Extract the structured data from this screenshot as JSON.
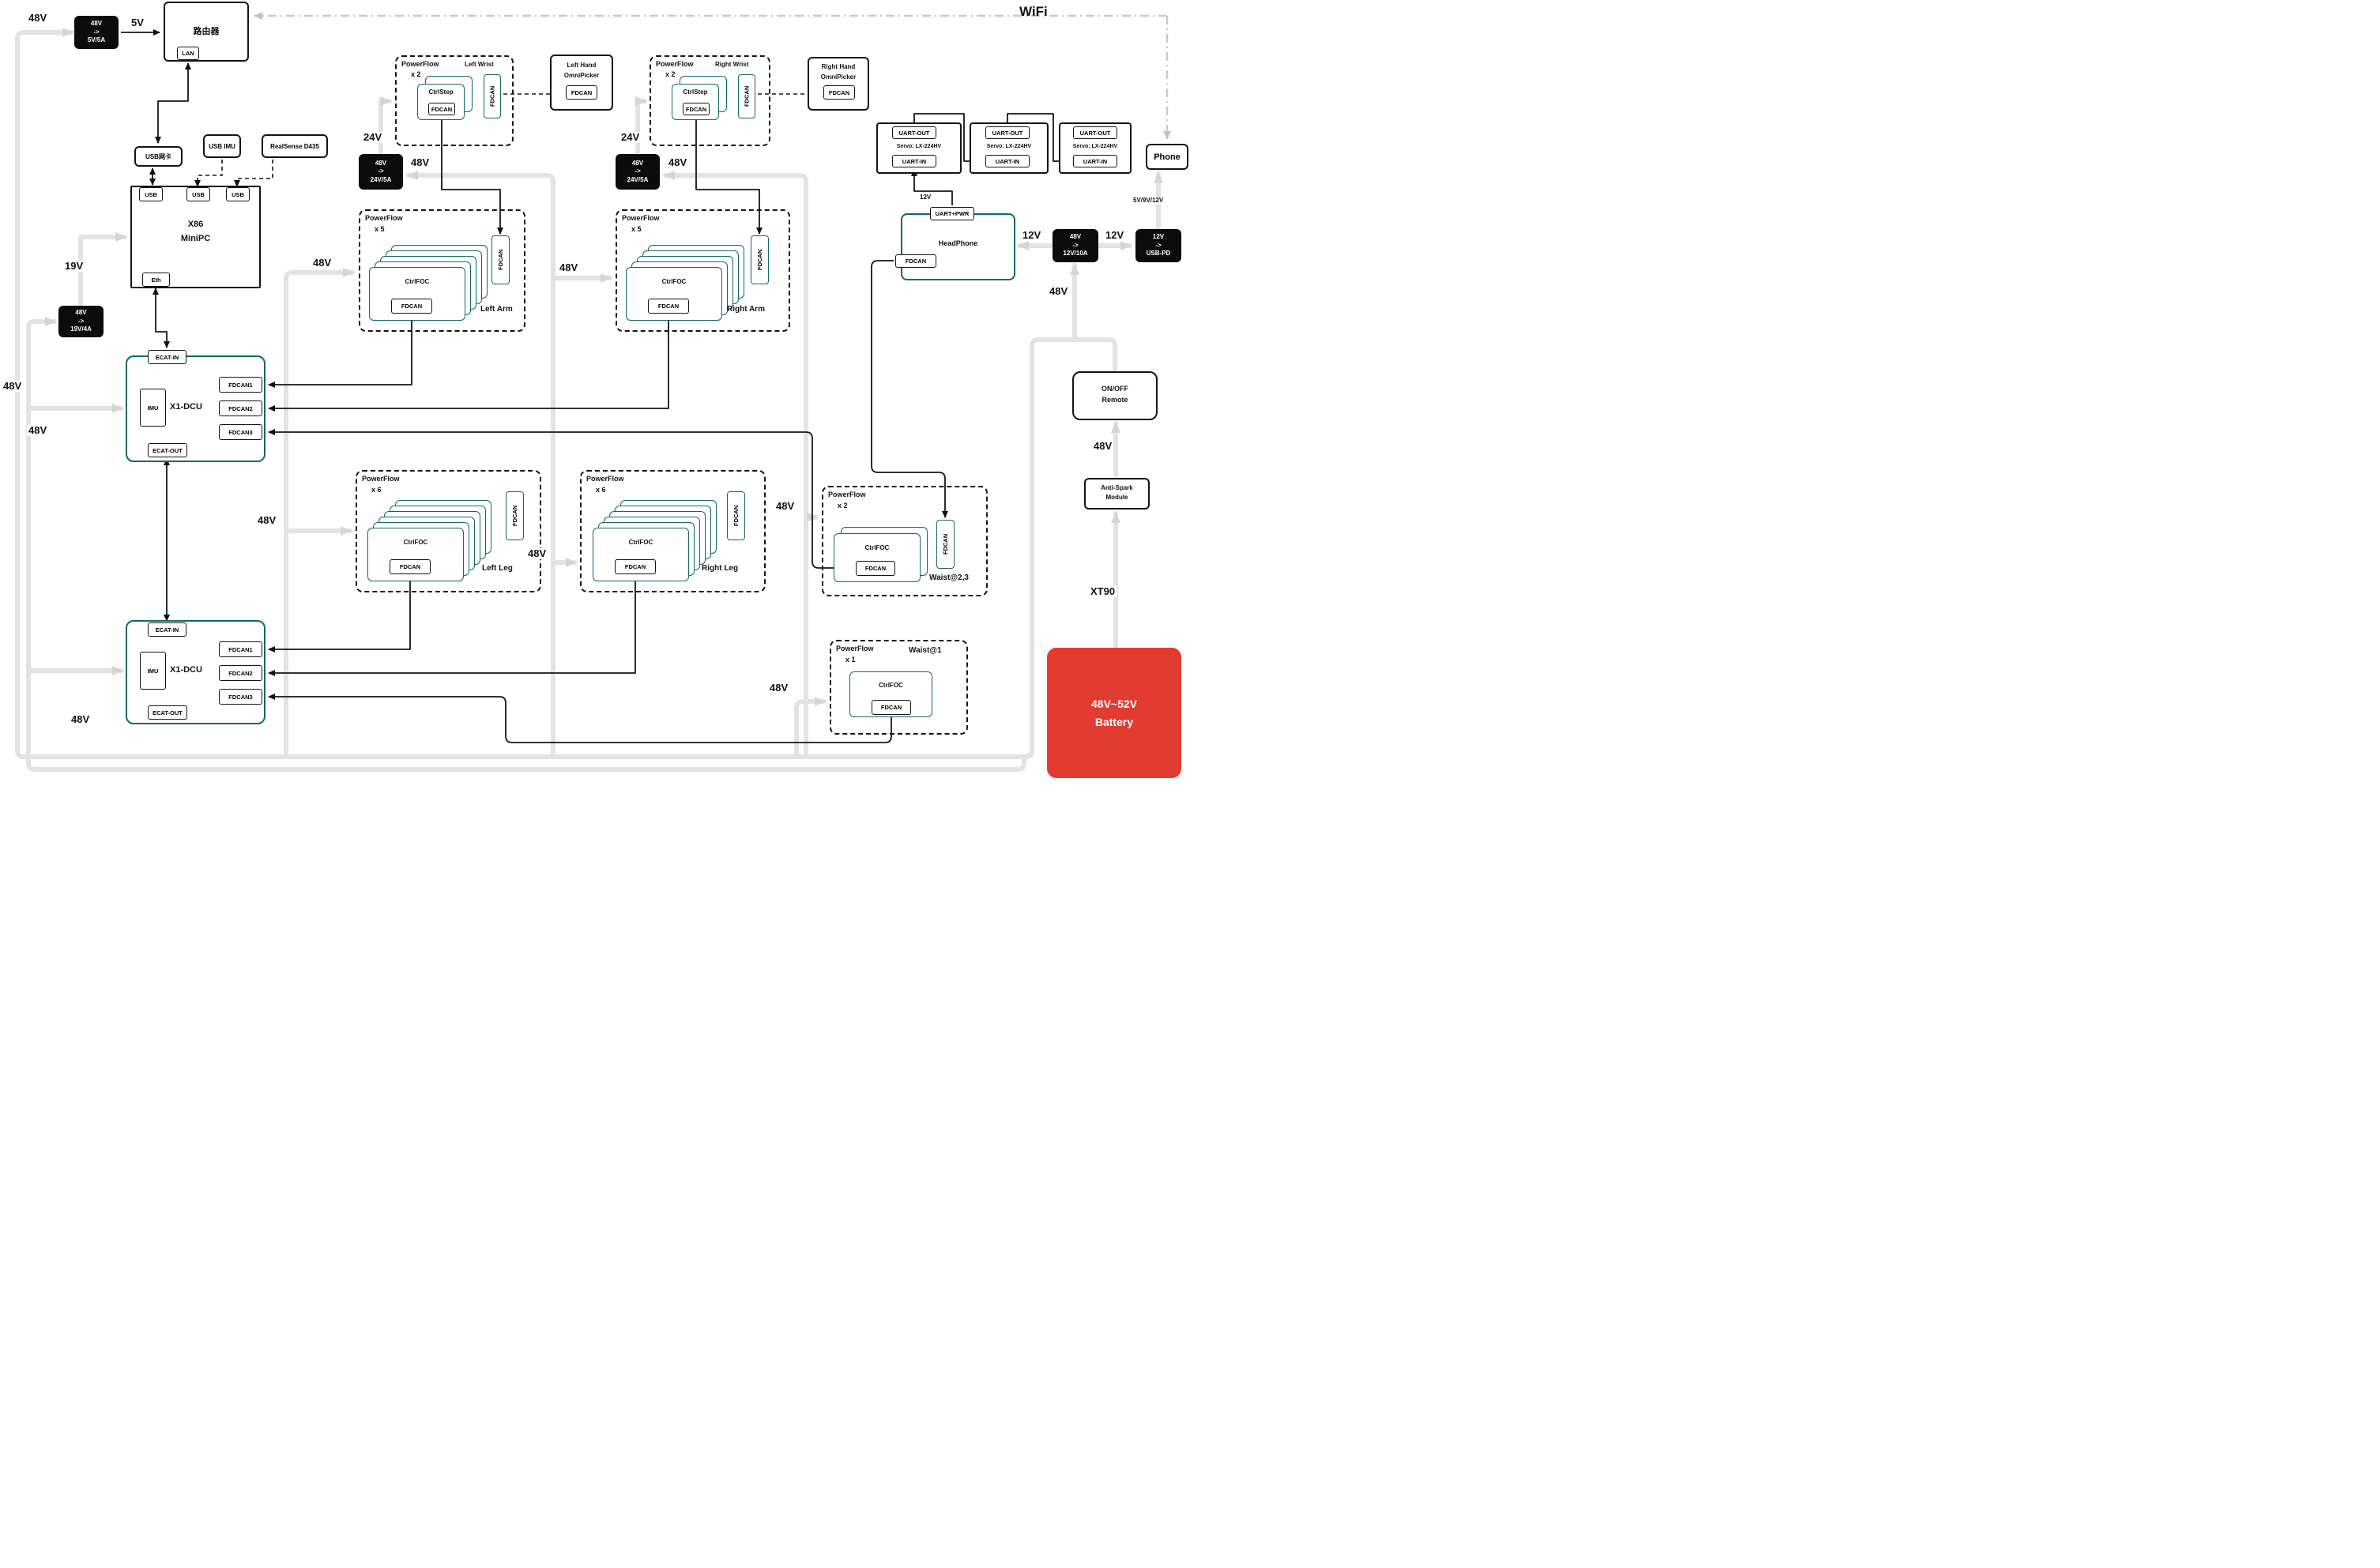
{
  "net": {
    "wifi": "WiFi"
  },
  "volts": {
    "v48": "48V",
    "v24": "24V",
    "v19": "19V",
    "v12": "12V",
    "v5": "5V",
    "phone_v": "5V/9V/12V",
    "xt90": "XT90"
  },
  "router": {
    "title": "路由器",
    "lan": "LAN"
  },
  "conv": {
    "arrow": "->",
    "c5_in": "48V",
    "c5_out": "5V/5A",
    "c19_in": "48V",
    "c19_out": "19V/4A",
    "c24_in": "48V",
    "c24_out": "24V/5A",
    "c12_in": "48V",
    "c12_out": "12V/10A",
    "cpd_in": "12V",
    "cpd_out": "USB-PD"
  },
  "pc": {
    "l1": "X86",
    "l2": "MiniPC",
    "usb": "USB",
    "eth": "Eth"
  },
  "periph": {
    "nic": "USB网卡",
    "imu": "USB IMU",
    "realsense": "RealSense D435"
  },
  "dcu": {
    "title": "X1-DCU",
    "imu": "IMU",
    "ecat_in": "ECAT-IN",
    "ecat_out": "ECAT-OUT",
    "fdcan1": "FDCAN1",
    "fdcan2": "FDCAN2",
    "fdcan3": "FDCAN3"
  },
  "pf": {
    "title": "PowerFlow",
    "fdcan": "FDCAN",
    "ctrlfoc": "CtrlFOC",
    "ctrlstep": "CtrlStep",
    "left_wrist": {
      "count": "x 2",
      "name": "Left Wrist"
    },
    "right_wrist": {
      "count": "x 2",
      "name": "Right Wrist"
    },
    "left_arm": {
      "count": "x 5",
      "name": "Left Arm"
    },
    "right_arm": {
      "count": "x 5",
      "name": "Right Arm"
    },
    "left_leg": {
      "count": "x 6",
      "name": "Left Leg"
    },
    "right_leg": {
      "count": "x 6",
      "name": "Right Leg"
    },
    "waist23": {
      "count": "x 2",
      "name": "Waist@2,3"
    },
    "waist1": {
      "count": "x 1",
      "name": "Waist@1"
    }
  },
  "hand": {
    "fdcan": "FDCAN",
    "left1": "Left Hand",
    "left2": "OmniPicker",
    "right1": "Right Hand",
    "right2": "OmniPicker"
  },
  "servo": {
    "uart_out": "UART-OUT",
    "uart_in": "UART-IN",
    "name": "Servo: LX-224HV"
  },
  "headphone": {
    "title": "HeadPhone",
    "uart": "UART+PWR",
    "fdcan": "FDCAN"
  },
  "phone": {
    "title": "Phone"
  },
  "power": {
    "remote1": "ON/OFF",
    "remote2": "Remote",
    "anti1": "Anti-Spark",
    "anti2": "Module",
    "batt1": "48V~52V",
    "batt2": "Battery"
  }
}
